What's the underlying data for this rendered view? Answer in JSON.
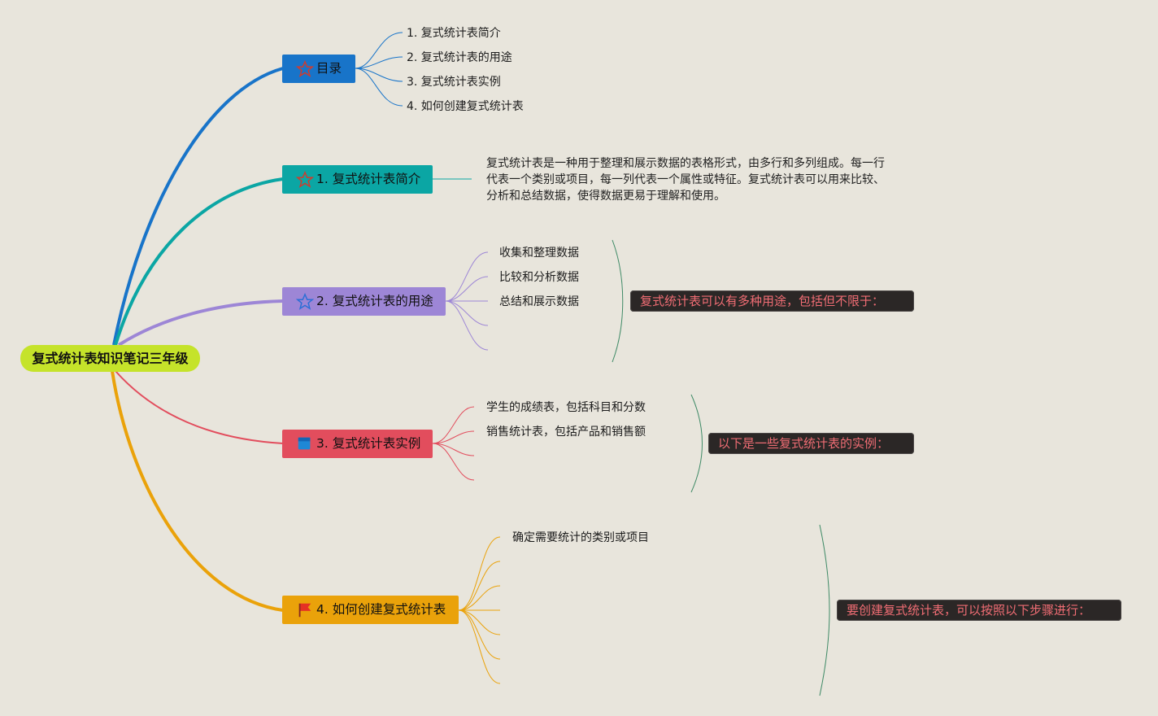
{
  "root": {
    "label": "复式统计表知识笔记三年级"
  },
  "branches": [
    {
      "id": "toc",
      "label": "目录",
      "color": "#1874c9",
      "icon": "star-outline-icon",
      "children": [
        "1. 复式统计表简介",
        "2. 复式统计表的用途",
        "3. 复式统计表实例",
        "4. 如何创建复式统计表"
      ]
    },
    {
      "id": "intro",
      "label": "1. 复式统计表简介",
      "color": "#0ba6a4",
      "icon": "star-outline-icon",
      "paragraph": "复式统计表是一种用于整理和展示数据的表格形式，由多行和多列组成。每一行代表一个类别或项目，每一列代表一个属性或特征。复式统计表可以用来比较、分析和总结数据，使得数据更易于理解和使用。"
    },
    {
      "id": "uses",
      "label": "2. 复式统计表的用途",
      "color": "#9d86d6",
      "icon": "star-outline-icon",
      "children": [
        "收集和整理数据",
        "比较和分析数据",
        "总结和展示数据"
      ],
      "callout": "复式统计表可以有多种用途，包括但不限于："
    },
    {
      "id": "examples",
      "label": "3. 复式统计表实例",
      "color": "#e24d5d",
      "icon": "square-flag-icon",
      "children": [
        "学生的成绩表，包括科目和分数",
        "销售统计表，包括产品和销售额"
      ],
      "callout": "以下是一些复式统计表的实例："
    },
    {
      "id": "create",
      "label": "4. 如何创建复式统计表",
      "color": "#eaa20a",
      "icon": "red-flag-icon",
      "children": [
        "确定需要统计的类别或项目"
      ],
      "callout": "要创建复式统计表，可以按照以下步骤进行："
    }
  ]
}
